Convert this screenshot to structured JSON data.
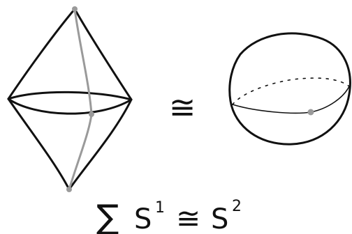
{
  "relation_symbol": "≅",
  "caption": {
    "sum": "∑",
    "lhs_base": "S",
    "lhs_exp": "1",
    "relation": "≅",
    "rhs_base": "S",
    "rhs_exp": "2"
  }
}
